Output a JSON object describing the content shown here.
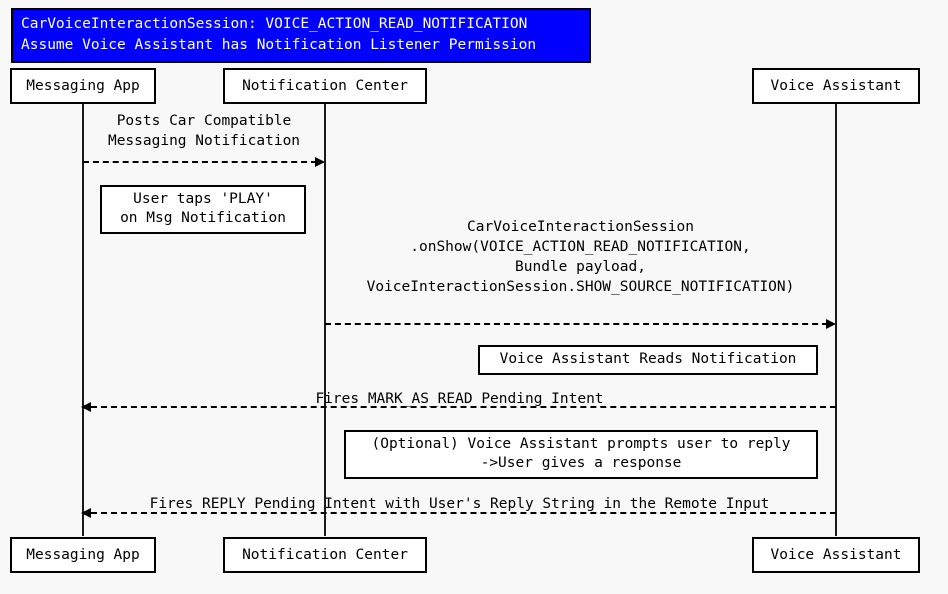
{
  "diagram": {
    "type": "sequence-diagram",
    "background_color": "#f8f8f8",
    "title": {
      "background_color": "#0000ff",
      "text_color": "#ffffff",
      "lines": [
        "CarVoiceInteractionSession: VOICE_ACTION_READ_NOTIFICATION",
        "Assume Voice Assistant has Notification Listener Permission"
      ]
    },
    "participants": [
      {
        "id": "messaging-app",
        "label": "Messaging App"
      },
      {
        "id": "notification-center",
        "label": "Notification Center"
      },
      {
        "id": "voice-assistant",
        "label": "Voice Assistant"
      }
    ],
    "messages": [
      {
        "id": "posts-car-compatible-notification",
        "from": "messaging-app",
        "to": "notification-center",
        "direction": "right",
        "style": "dashed",
        "lines": [
          "Posts Car Compatible",
          "Messaging Notification"
        ]
      },
      {
        "id": "on-show",
        "from": "notification-center",
        "to": "voice-assistant",
        "direction": "right",
        "style": "dashed",
        "lines": [
          "CarVoiceInteractionSession",
          ".onShow(VOICE_ACTION_READ_NOTIFICATION,",
          "Bundle payload,",
          "VoiceInteractionSession.SHOW_SOURCE_NOTIFICATION)"
        ]
      },
      {
        "id": "fires-mark-as-read",
        "from": "voice-assistant",
        "to": "messaging-app",
        "direction": "left",
        "style": "dashed",
        "lines": [
          "Fires MARK_AS_READ Pending Intent"
        ]
      },
      {
        "id": "fires-reply",
        "from": "voice-assistant",
        "to": "messaging-app",
        "direction": "left",
        "style": "dashed",
        "lines": [
          "Fires REPLY Pending Intent with User's Reply String in the Remote Input"
        ]
      }
    ],
    "notes": [
      {
        "id": "user-taps-play",
        "lines": [
          "User taps 'PLAY'",
          "on Msg Notification"
        ]
      },
      {
        "id": "voice-assistant-reads",
        "lines": [
          "Voice Assistant Reads Notification"
        ]
      },
      {
        "id": "optional-prompt-reply",
        "lines": [
          "(Optional) Voice Assistant prompts user to reply",
          "->User gives a response"
        ]
      }
    ]
  }
}
